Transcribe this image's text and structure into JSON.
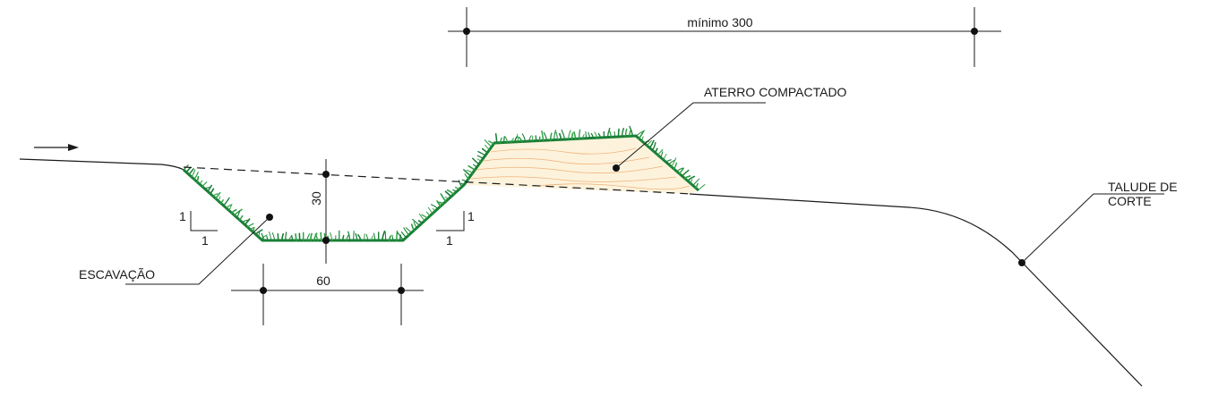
{
  "labels": {
    "min_width": "mínimo 300",
    "fill": "ATERRO COMPACTADO",
    "cut_slope_line1": "TALUDE DE",
    "cut_slope_line2": "CORTE",
    "excavation": "ESCAVAÇÃO",
    "depth": "30",
    "bottom_width": "60",
    "slope_left_rise": "1",
    "slope_left_run": "1",
    "slope_right_rise": "1",
    "slope_right_run": "1"
  },
  "colors": {
    "grass": "#2ea043",
    "grass_dark": "#1a7f37",
    "fill": "#fdf3dc",
    "fill_stripes": "#f0b27a",
    "line": "#1a1a1a"
  },
  "icons": {
    "flow_arrow": "arrow-right-icon"
  }
}
